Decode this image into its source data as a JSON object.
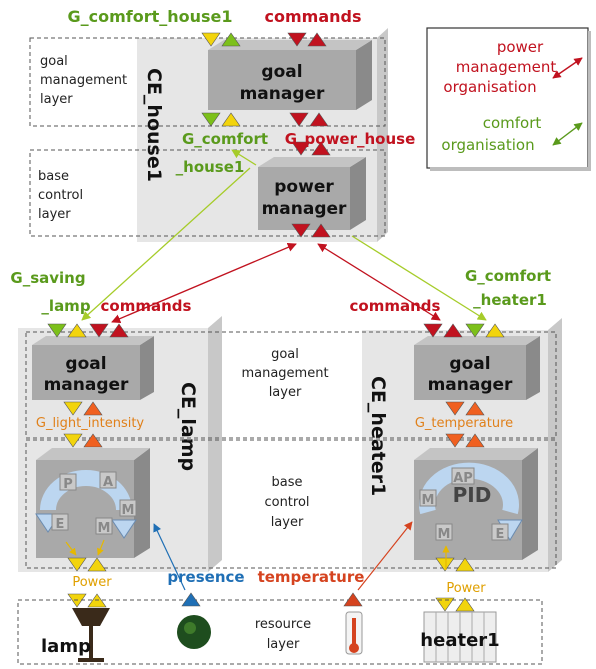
{
  "legend": {
    "power_label_1": "power",
    "power_label_2": "management",
    "power_label_3": "organisation",
    "comfort_label_1": "comfort",
    "comfort_label_2": "organisation",
    "power_color": "#c1121f",
    "comfort_color": "#5a9a1c"
  },
  "house": {
    "top_goal": "G_comfort_house1",
    "top_commands": "commands",
    "name": "CE_house1",
    "layer_goal_1": "goal",
    "layer_goal_2": "management",
    "layer_goal_3": "layer",
    "layer_base_1": "base",
    "layer_base_2": "control",
    "layer_base_3": "layer",
    "goal_manager_1": "goal",
    "goal_manager_2": "manager",
    "power_manager_1": "power",
    "power_manager_2": "manager",
    "g_comfort_1": "G_comfort",
    "g_comfort_2": "_house1",
    "g_power": "G_power_house"
  },
  "lamp": {
    "g_saving_1": "G_saving",
    "g_saving_2": "_lamp",
    "commands": "commands",
    "name": "CE_lamp",
    "goal_manager_1": "goal",
    "goal_manager_2": "manager",
    "g_light": "G_light_intensity",
    "mape": [
      "P",
      "A",
      "M",
      "E",
      "M"
    ],
    "power": "Power",
    "resource": "lamp"
  },
  "heater": {
    "commands": "commands",
    "g_comfort_1": "G_comfort",
    "g_comfort_2": "_heater1",
    "name": "CE_heater1",
    "goal_manager_1": "goal",
    "goal_manager_2": "manager",
    "g_temperature": "G_temperature",
    "pid_ap": "AP",
    "pid": "PID",
    "mape": [
      "M",
      "M",
      "E"
    ],
    "power": "Power",
    "resource": "heater1"
  },
  "middle": {
    "goal_layer_1": "goal",
    "goal_layer_2": "management",
    "goal_layer_3": "layer",
    "base_layer_1": "base",
    "base_layer_2": "control",
    "base_layer_3": "layer",
    "resource_layer_1": "resource",
    "resource_layer_2": "layer"
  },
  "sensors": {
    "presence": "presence",
    "temperature": "temperature",
    "presence_color": "#1f6fb5",
    "temperature_color": "#d5431f"
  },
  "colors": {
    "green_triangle": "#7cc01a",
    "yellow_triangle": "#f2d40c",
    "red_triangle": "#c1121f",
    "orange_triangle": "#f06020",
    "orange_label": "#e0801a",
    "container": "#e6e6e6",
    "box": "#a9a9a9"
  }
}
